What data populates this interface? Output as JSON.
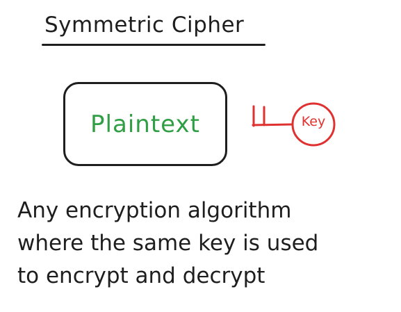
{
  "diagram": {
    "title": "Symmetric Cipher",
    "plaintext_label": "Plaintext",
    "key_label": "Key",
    "description_lines": [
      "Any encryption algorithm",
      "where the same key is used",
      "to encrypt and decrypt"
    ],
    "colors": {
      "ink": "#1e1e1e",
      "plaintext": "#2f9e44",
      "key": "#e03131"
    },
    "icons": {
      "key": "key-icon"
    }
  }
}
